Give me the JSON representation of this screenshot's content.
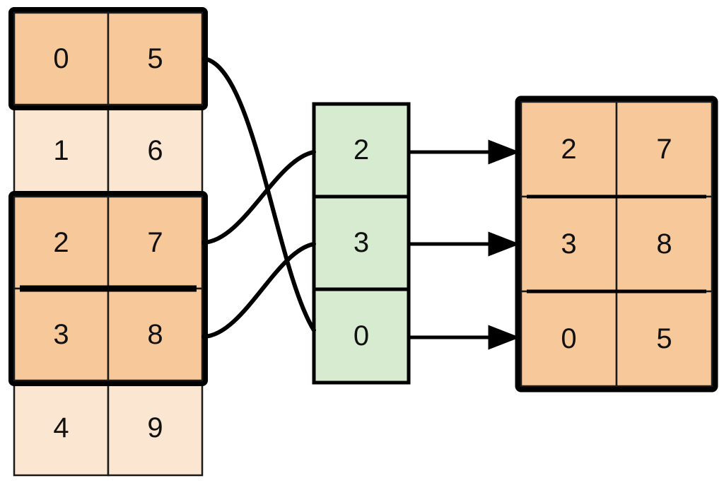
{
  "diagram": {
    "title": "permutation-gather-diagram",
    "colors": {
      "highlight_fill": "#F7C89A",
      "dim_fill": "#FBE6D2",
      "index_fill": "#D6EBD0",
      "stroke": "#000000",
      "thin_stroke": "#1a1a1a",
      "background": "#ffffff"
    },
    "source_table": {
      "name": "source-table",
      "columns": 2,
      "rows": [
        {
          "values": [
            "0",
            "5"
          ],
          "highlighted": true
        },
        {
          "values": [
            "1",
            "6"
          ],
          "highlighted": false
        },
        {
          "values": [
            "2",
            "7"
          ],
          "highlighted": true
        },
        {
          "values": [
            "3",
            "8"
          ],
          "highlighted": true
        },
        {
          "values": [
            "4",
            "9"
          ],
          "highlighted": false
        }
      ]
    },
    "index_column": {
      "name": "index-column",
      "cells": [
        {
          "value": "2"
        },
        {
          "value": "3"
        },
        {
          "value": "0"
        }
      ]
    },
    "result_table": {
      "name": "result-table",
      "columns": 2,
      "rows": [
        {
          "values": [
            "2",
            "7"
          ]
        },
        {
          "values": [
            "3",
            "8"
          ]
        },
        {
          "values": [
            "0",
            "5"
          ]
        }
      ]
    },
    "connectors": [
      {
        "from_row": "0",
        "to_index_cell": "0",
        "type": "curve"
      },
      {
        "from_row": "2",
        "to_index_cell": "2",
        "type": "curve"
      },
      {
        "from_row": "3",
        "to_index_cell": "3",
        "type": "curve"
      }
    ],
    "arrows": [
      {
        "from_index_cell": "2",
        "to_result_row": "2",
        "type": "arrow"
      },
      {
        "from_index_cell": "3",
        "to_result_row": "3",
        "type": "arrow"
      },
      {
        "from_index_cell": "0",
        "to_result_row": "0",
        "type": "arrow"
      }
    ]
  }
}
